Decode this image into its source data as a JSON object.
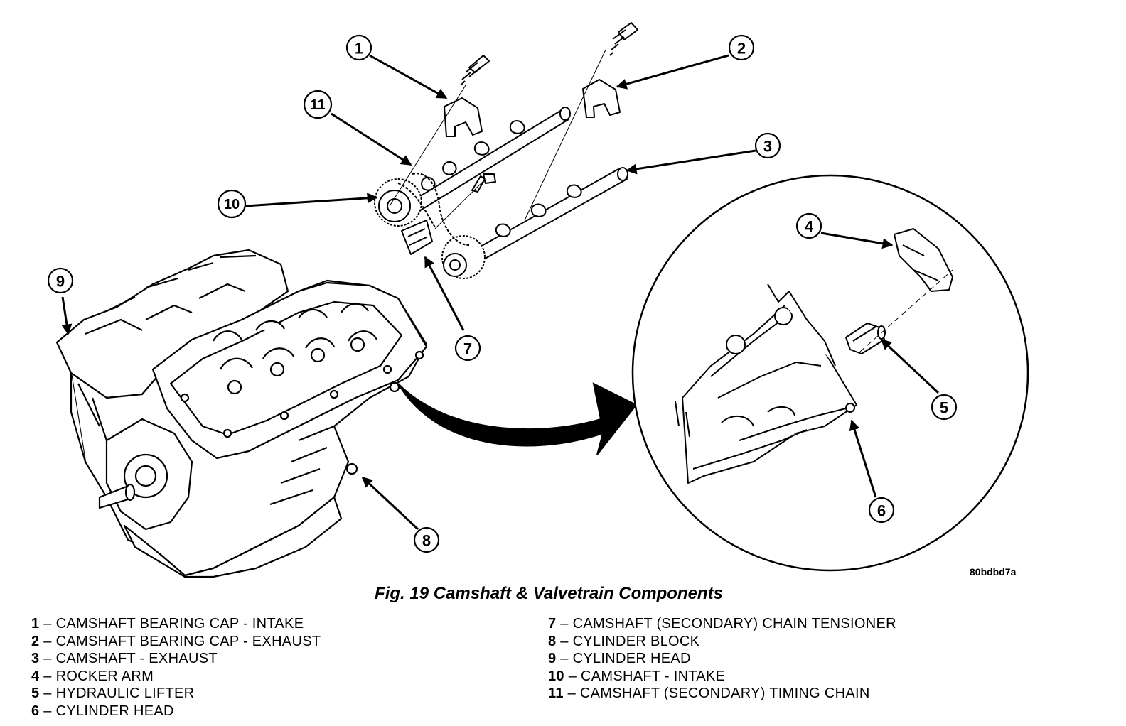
{
  "figure": {
    "caption": "Fig. 19 Camshaft & Valvetrain Components",
    "image_code": "80bdbd7a"
  },
  "callouts": [
    "1",
    "2",
    "3",
    "4",
    "5",
    "6",
    "7",
    "8",
    "9",
    "10",
    "11"
  ],
  "legend": {
    "left": [
      {
        "num": "1",
        "sep": " – ",
        "text": "CAMSHAFT BEARING CAP - INTAKE"
      },
      {
        "num": "2",
        "sep": " – ",
        "text": "CAMSHAFT BEARING CAP - EXHAUST"
      },
      {
        "num": "3",
        "sep": " – ",
        "text": "CAMSHAFT - EXHAUST"
      },
      {
        "num": "4",
        "sep": " – ",
        "text": "ROCKER ARM"
      },
      {
        "num": "5",
        "sep": " – ",
        "text": "HYDRAULIC LIFTER"
      },
      {
        "num": "6",
        "sep": " – ",
        "text": "CYLINDER HEAD"
      }
    ],
    "right": [
      {
        "num": "7",
        "sep": " – ",
        "text": "CAMSHAFT (SECONDARY) CHAIN TENSIONER"
      },
      {
        "num": "8",
        "sep": " – ",
        "text": "CYLINDER BLOCK"
      },
      {
        "num": "9",
        "sep": " – ",
        "text": "CYLINDER HEAD"
      },
      {
        "num": "10",
        "sep": " – ",
        "text": "CAMSHAFT - INTAKE"
      },
      {
        "num": "11",
        "sep": " – ",
        "text": "CAMSHAFT (SECONDARY) TIMING CHAIN"
      }
    ]
  }
}
